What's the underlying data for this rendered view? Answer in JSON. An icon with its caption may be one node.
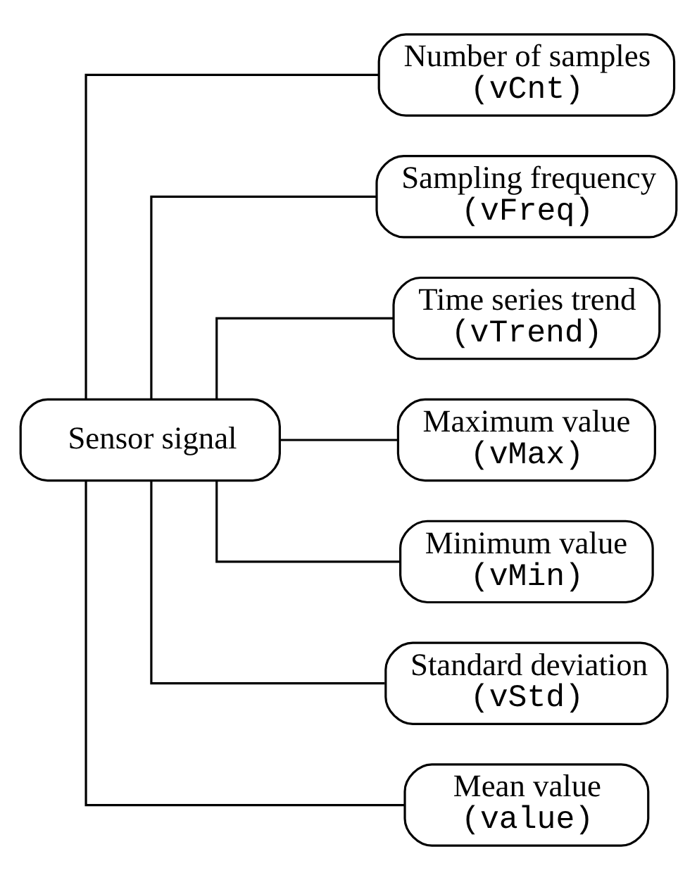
{
  "diagram": {
    "nodes": [
      {
        "text": [
          "Sensor signal"
        ]
      },
      {
        "text": [
          "Number of samples",
          "(vCnt)"
        ]
      },
      {
        "text": [
          "Sampling frequency",
          "(vFreq)"
        ]
      },
      {
        "text": [
          "Time series trend",
          "(vTrend)"
        ]
      },
      {
        "text": [
          "Maximum value",
          "(vMax)"
        ]
      },
      {
        "text": [
          "Minimum value",
          "(vMin)"
        ]
      },
      {
        "text": [
          "Standard deviation",
          "(vStd)"
        ]
      },
      {
        "text": [
          "Mean value",
          "(value)"
        ]
      }
    ],
    "edges": [
      {
        "from": 0,
        "to": 1,
        "arrow": "none"
      },
      {
        "from": 0,
        "to": 2,
        "arrow": "none"
      },
      {
        "from": 0,
        "to": 3,
        "arrow": "none"
      },
      {
        "from": 0,
        "to": 4,
        "arrow": "none"
      },
      {
        "from": 0,
        "to": 5,
        "arrow": "none"
      },
      {
        "from": 0,
        "to": 6,
        "arrow": "none"
      },
      {
        "from": 0,
        "to": 7,
        "arrow": "none"
      }
    ]
  }
}
